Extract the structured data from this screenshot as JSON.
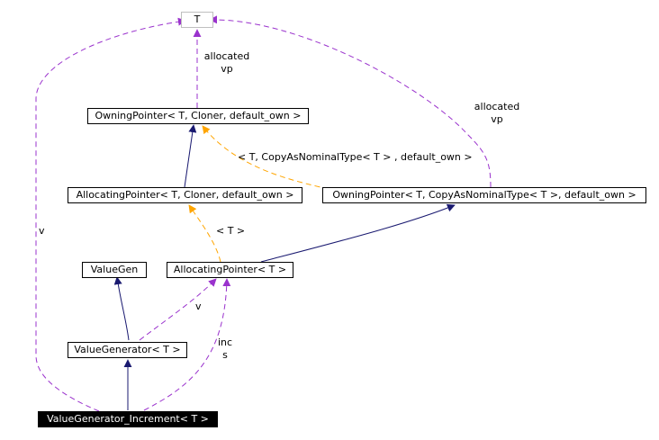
{
  "nodes": {
    "t": "T",
    "owning_cloner": "OwningPointer< T, Cloner, default_own >",
    "allocating_cloner": "AllocatingPointer< T, Cloner, default_own >",
    "owning_nominal": "OwningPointer< T, CopyAsNominalType< T >, default_own >",
    "valuegen": "ValueGen",
    "allocating_t": "AllocatingPointer< T >",
    "value_generator": "ValueGenerator< T >",
    "value_generator_increment": "ValueGenerator_Increment< T >"
  },
  "edge_labels": {
    "allocated_vp_left": [
      "allocated",
      "vp"
    ],
    "allocated_vp_right": [
      "allocated",
      "vp"
    ],
    "template_nominal": "< T, CopyAsNominalType< T > , default_own >",
    "template_t": "< T >",
    "v_left": "v",
    "v_mid": "v",
    "inc_s": [
      "inc",
      "s"
    ]
  },
  "colors": {
    "inheritance": "#191970",
    "usage": "#9a32cd",
    "template": "#ffa500",
    "focus_fill": "#000000"
  }
}
